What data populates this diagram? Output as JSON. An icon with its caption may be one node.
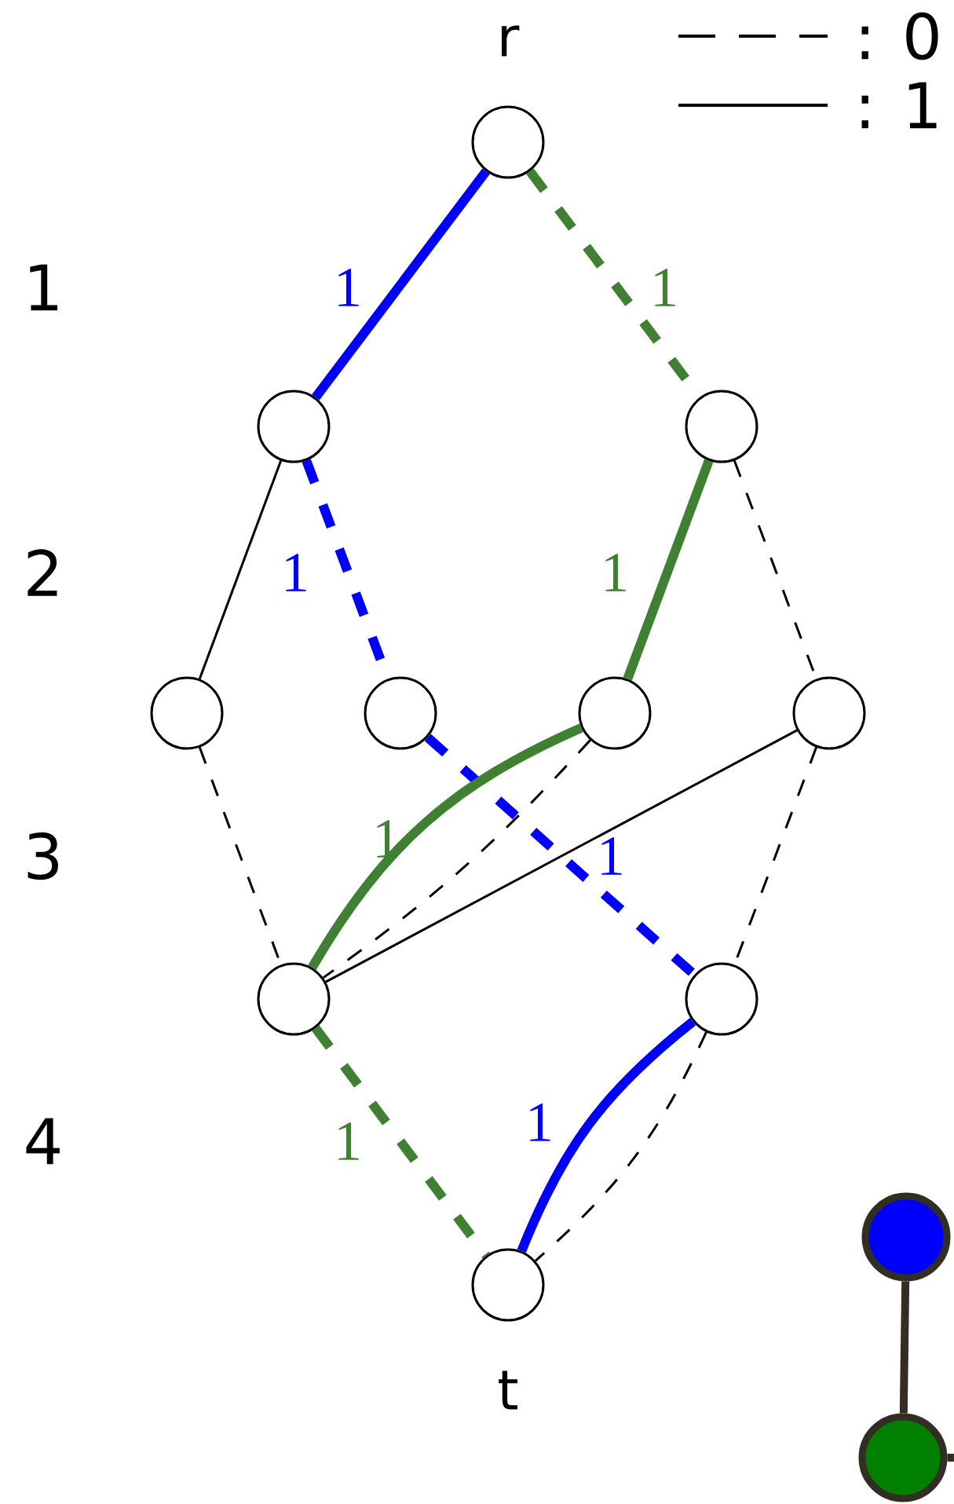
{
  "diagram": {
    "nodes": [
      {
        "text": [],
        "shape": "circle",
        "beside": [
          "r"
        ]
      },
      {
        "text": [],
        "shape": "circle"
      },
      {
        "text": [],
        "shape": "circle"
      },
      {
        "text": [],
        "shape": "circle"
      },
      {
        "text": [],
        "shape": "circle"
      },
      {
        "text": [],
        "shape": "circle"
      },
      {
        "text": [],
        "shape": "circle"
      },
      {
        "text": [],
        "shape": "circle"
      },
      {
        "text": [],
        "shape": "circle"
      },
      {
        "text": [],
        "shape": "circle",
        "beside": [
          "t"
        ]
      },
      {
        "text": [],
        "shape": "circle"
      },
      {
        "text": [],
        "shape": "circle"
      }
    ],
    "edges": [
      {
        "from": 0,
        "to": 1,
        "arrow": "none",
        "label": "1",
        "color": "#0000ff"
      },
      {
        "from": 0,
        "to": 2,
        "arrow": "none",
        "label": "1",
        "style": "dashed",
        "color": "#408033"
      },
      {
        "from": 1,
        "to": 3,
        "arrow": "none"
      },
      {
        "from": 1,
        "to": 4,
        "arrow": "none",
        "label": "1",
        "style": "dashed",
        "color": "#0000ff"
      },
      {
        "from": 2,
        "to": 5,
        "arrow": "none",
        "label": "1",
        "color": "#408033"
      },
      {
        "from": 2,
        "to": 6,
        "arrow": "none",
        "style": "dashed"
      },
      {
        "from": 3,
        "to": 7,
        "arrow": "none",
        "style": "dashed"
      },
      {
        "from": 4,
        "to": 8,
        "arrow": "none",
        "label": "1",
        "style": "dashed",
        "color": "#0000ff"
      },
      {
        "from": 5,
        "to": 7,
        "arrow": "none",
        "label": "1",
        "color": "#408033"
      },
      {
        "from": 5,
        "to": 7,
        "arrow": "none",
        "style": "dashed"
      },
      {
        "from": 6,
        "to": 7,
        "arrow": "none"
      },
      {
        "from": 6,
        "to": 8,
        "arrow": "none",
        "style": "dashed"
      },
      {
        "from": 7,
        "to": 9,
        "arrow": "none",
        "label": "1",
        "style": "dashed",
        "color": "#408033"
      },
      {
        "from": 8,
        "to": 9,
        "arrow": "none",
        "label": "1",
        "color": "#0000ff"
      },
      {
        "from": 8,
        "to": 9,
        "arrow": "none",
        "style": "dashed"
      },
      {
        "from": 10,
        "to": 11,
        "arrow": "none",
        "color": "#332e22"
      },
      {
        "from": 11,
        "to": null,
        "arrow": "none",
        "color": "#332e22"
      }
    ],
    "labels": [
      "1",
      "2",
      "3",
      "4"
    ],
    "legend": [
      {
        "text": ": 0"
      },
      {
        "text": ": 1"
      }
    ]
  }
}
